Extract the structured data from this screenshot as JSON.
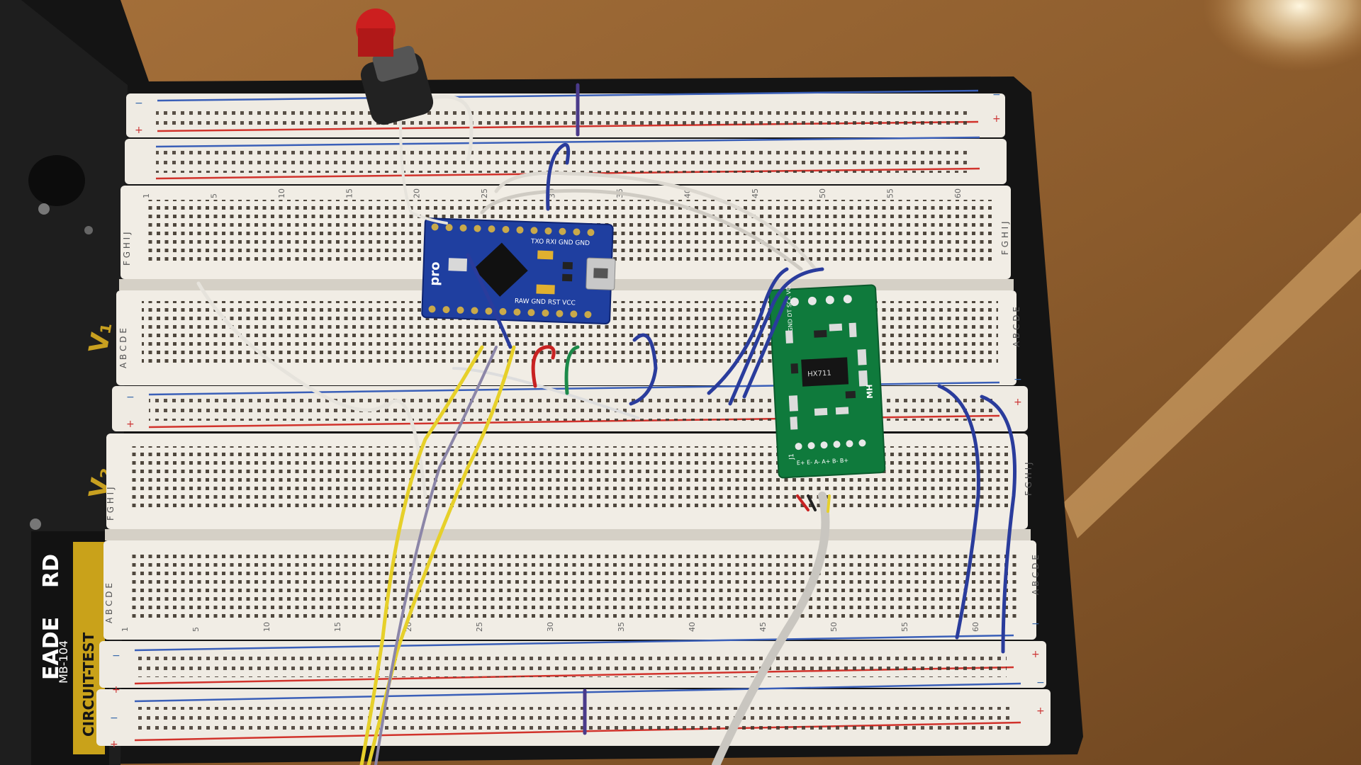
{
  "scene": {
    "description_free": true,
    "subject": "breadboard-circuit"
  },
  "brand": {
    "name_left": "EADE",
    "name_right": "RD",
    "series": "CIRCUIT-TEST",
    "model": "MB-104"
  },
  "post_labels": {
    "v1": "V₁",
    "v2": "V₂"
  },
  "breadboard": {
    "top_rows": "F G H I J",
    "bottom_rows": "A B C D E",
    "column_numbers": [
      "1",
      "5",
      "10",
      "15",
      "20",
      "25",
      "30",
      "35",
      "40",
      "45",
      "50",
      "55",
      "60"
    ],
    "rail_plus": "+",
    "rail_minus": "−"
  },
  "arduino": {
    "top_pins": "TXO RXI GND GND",
    "bottom_pins": "RAW GND RST VCC",
    "logo": "pro"
  },
  "hx711": {
    "header_top": "GND DT SCK VCC",
    "chip": "HX711",
    "header_bottom": "E+ E- A- A+ B- B+",
    "mark": "MH",
    "ref": "J1"
  },
  "colors": {
    "wood": "#9a6634",
    "board": "#eeeae2",
    "rail_red": "#d1332c",
    "rail_blue": "#3a5fb8",
    "wire_blue": "#2a3c9c",
    "pcb_blue": "#1f3fa0",
    "pcb_green": "#0f7a3c"
  }
}
